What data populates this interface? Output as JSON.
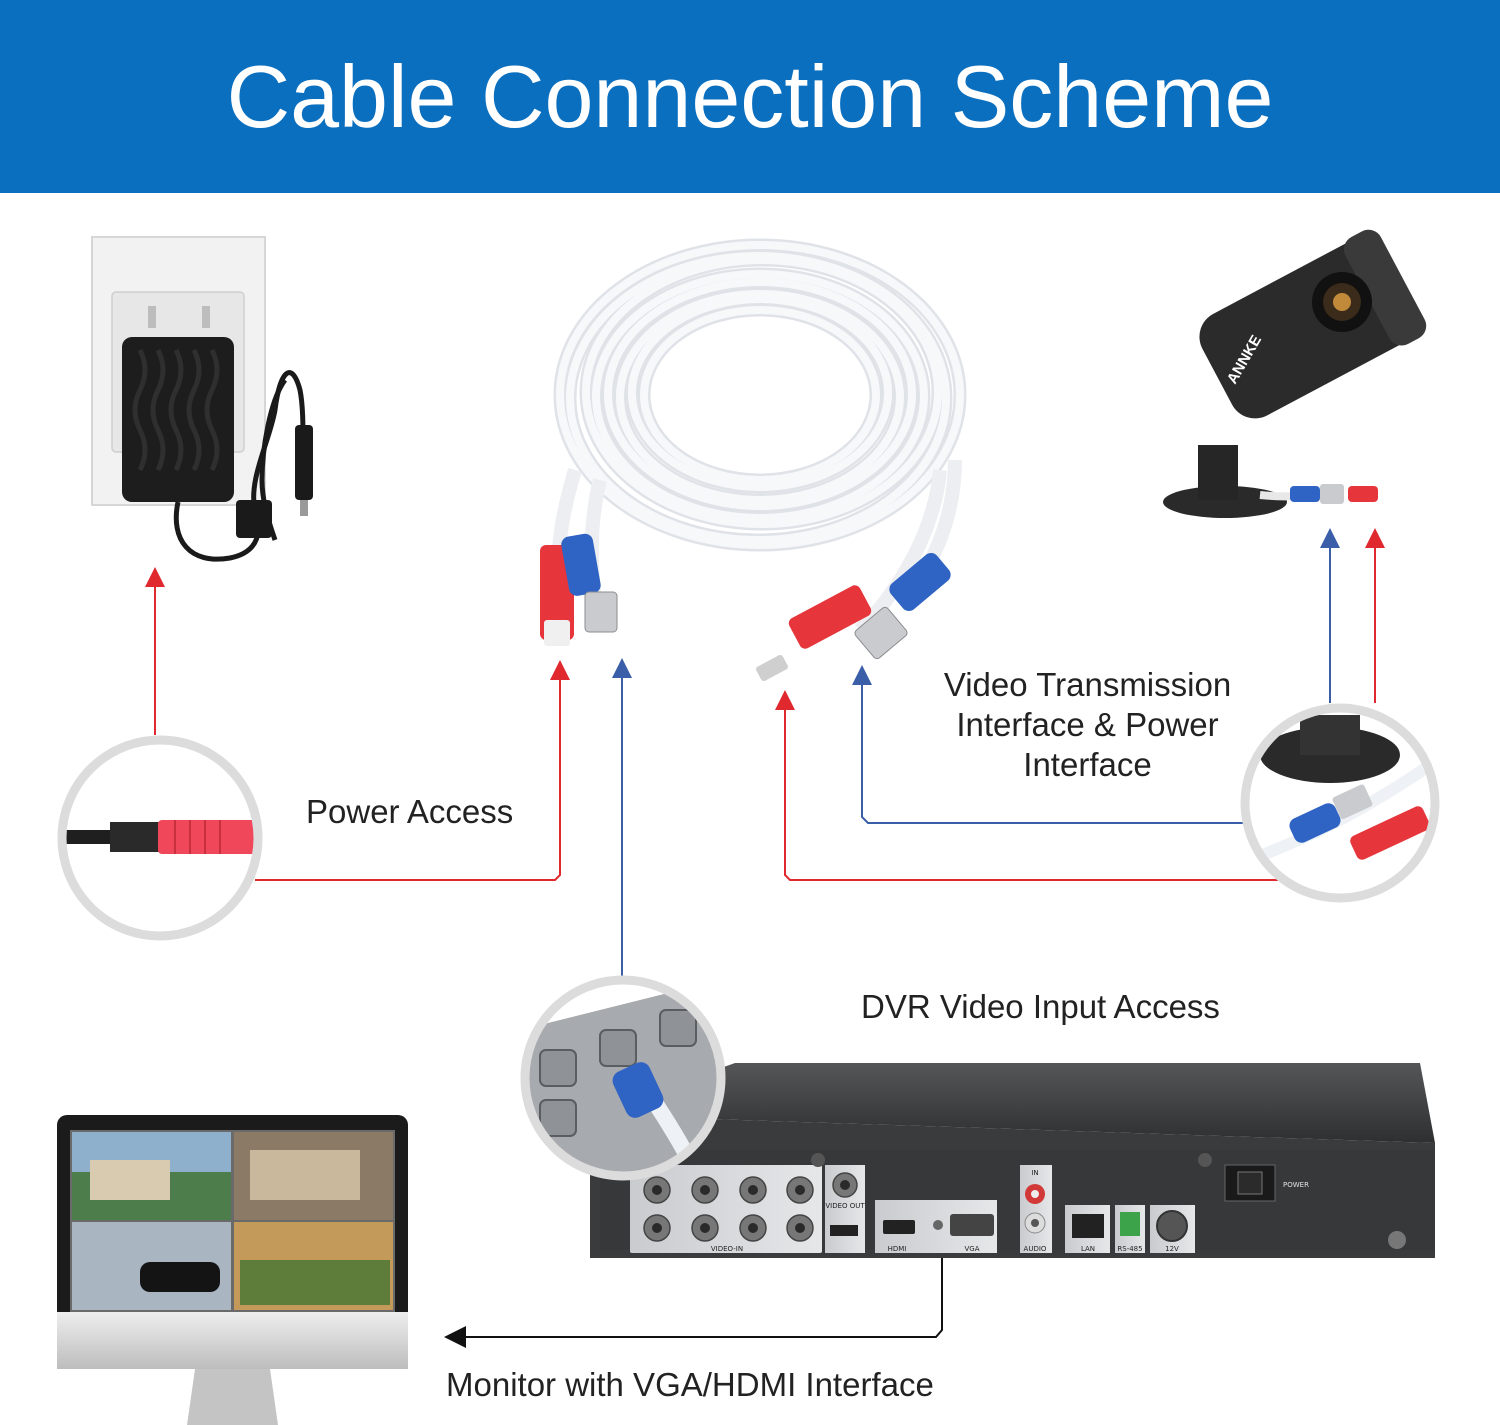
{
  "title": "Cable Connection Scheme",
  "labels": {
    "power_access": "Power Access",
    "video_transmission": [
      "Video Transmission",
      "Interface & Power",
      "Interface"
    ],
    "dvr_video_input": "DVR Video Input Access",
    "monitor": "Monitor with VGA/HDMI Interface"
  },
  "camera_brand": "ANNKE",
  "dvr_ports": {
    "video_in": "VIDEO-IN",
    "video_out": "VIDEO OUT",
    "hdmi": "HDMI",
    "vga": "VGA",
    "audio": "AUDIO",
    "audio_in": "IN",
    "lan": "LAN",
    "rs485": "RS-485",
    "power_in": "12V",
    "power_switch": "POWER"
  },
  "colors": {
    "header_blue": "#0a6fbf",
    "power_line_red": "#e0292f",
    "video_line_blue": "#3a5ea8",
    "cable_white": "#f1f3f6",
    "dvr_body": "#3a3b3d"
  }
}
